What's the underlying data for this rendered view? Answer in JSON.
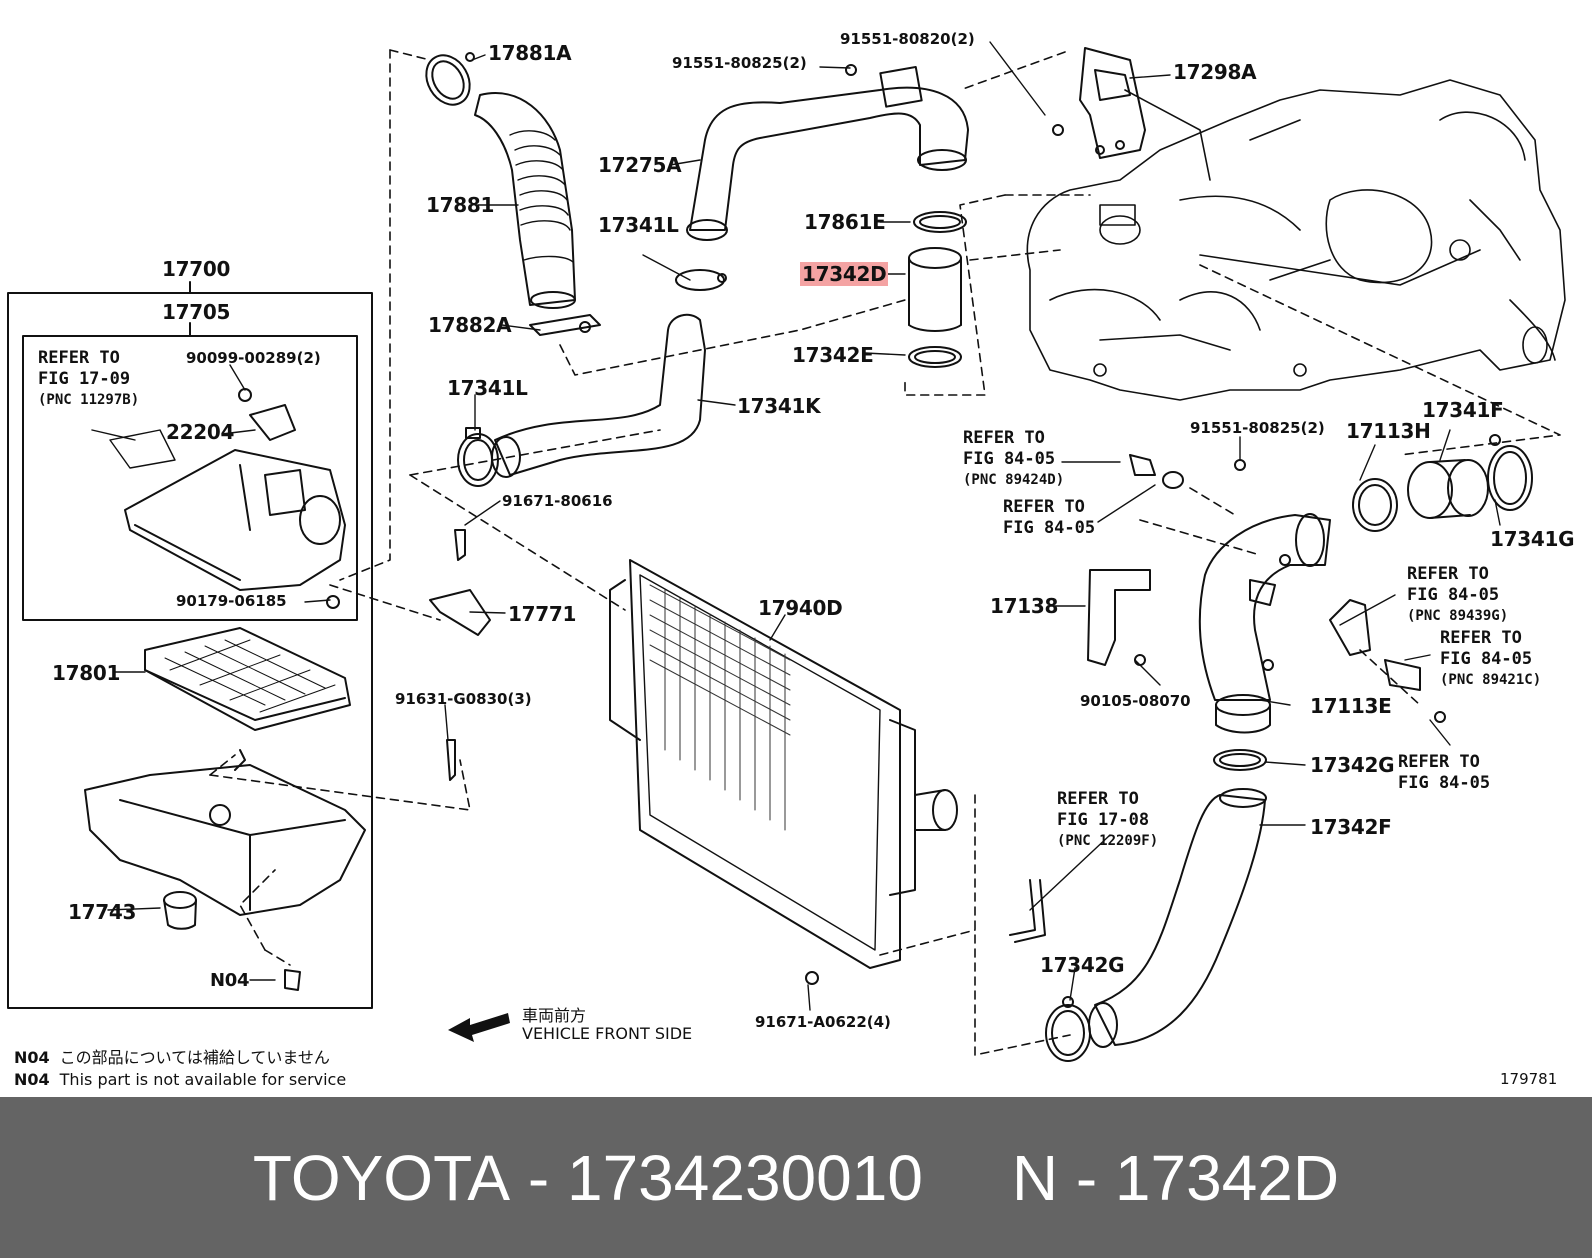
{
  "diagram": {
    "part_labels": {
      "p17881A": "17881A",
      "p91551_80820": "91551-80820(2)",
      "p91551_80825_top": "91551-80825(2)",
      "p17298A": "17298A",
      "p17275A": "17275A",
      "p17881": "17881",
      "p17861E": "17861E",
      "p17341L_top": "17341L",
      "p17342D": "17342D",
      "p17700": "17700",
      "p17705": "17705",
      "p17882A": "17882A",
      "p17342E": "17342E",
      "p90099": "90099-00289(2)",
      "p17341L_left": "17341L",
      "p17341K": "17341K",
      "p22204": "22204",
      "p91671_80616": "91671-80616",
      "p17771": "17771",
      "p90179": "90179-06185",
      "p17801": "17801",
      "p91631": "91631-G0830(3)",
      "p17940D": "17940D",
      "p91551_80825_right": "91551-80825(2)",
      "p17113H": "17113H",
      "p17341F": "17341F",
      "p17341G": "17341G",
      "p17138": "17138",
      "p90105": "90105-08070",
      "p17113E": "17113E",
      "p17342G_top": "17342G",
      "p17342F": "17342F",
      "p17342G_bottom": "17342G",
      "p17743": "17743",
      "pN04": "N04",
      "p91671_A0622": "91671-A0622(4)"
    },
    "references": {
      "fig17_09": {
        "line1": "REFER TO",
        "line2": "FIG 17-09",
        "pnc": "(PNC 11297B)"
      },
      "fig84_05_a": {
        "line1": "REFER TO",
        "line2": "FIG 84-05",
        "pnc": "(PNC 89424D)"
      },
      "fig84_05_b": {
        "line1": "REFER TO",
        "line2": "FIG 84-05"
      },
      "fig84_05_c": {
        "line1": "REFER TO",
        "line2": "FIG 84-05",
        "pnc": "(PNC 89439G)"
      },
      "fig84_05_d": {
        "line1": "REFER TO",
        "line2": "FIG 84-05",
        "pnc": "(PNC 89421C)"
      },
      "fig84_05_e": {
        "line1": "REFER TO",
        "line2": "FIG 84-05"
      },
      "fig17_08": {
        "line1": "REFER TO",
        "line2": "FIG 17-08",
        "pnc": "(PNC 12209F)"
      }
    },
    "direction": {
      "jp": "車両前方",
      "en": "VEHICLE FRONT SIDE"
    },
    "notes": [
      {
        "code": "N04",
        "text": "この部品については補給していません"
      },
      {
        "code": "N04",
        "text": "This part is not available for service"
      }
    ],
    "figure_id": "179781"
  },
  "footer": {
    "brand": "TOYOTA",
    "separator": "-",
    "part_number": "1734230010",
    "n_label": "N",
    "ref_code": "17342D"
  }
}
